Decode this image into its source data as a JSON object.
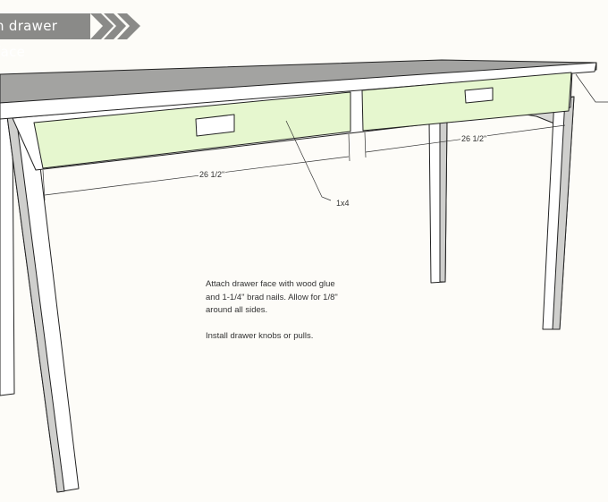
{
  "banner": {
    "title": "n drawer face",
    "icon": "chevron-arrows-icon",
    "color": "#8a8a88"
  },
  "diagram": {
    "dimension_left": "26 1/2\"",
    "dimension_right": "26 1/2\"",
    "part_label": "1x4",
    "drawer_face_color": "#e6f7cf"
  },
  "instructions": {
    "line1": "Attach drawer face with wood glue",
    "line2": "and 1-1/4\" brad nails. Allow for 1/8\"",
    "line3": "around all sides.",
    "line4": "Install drawer knobs or pulls."
  }
}
